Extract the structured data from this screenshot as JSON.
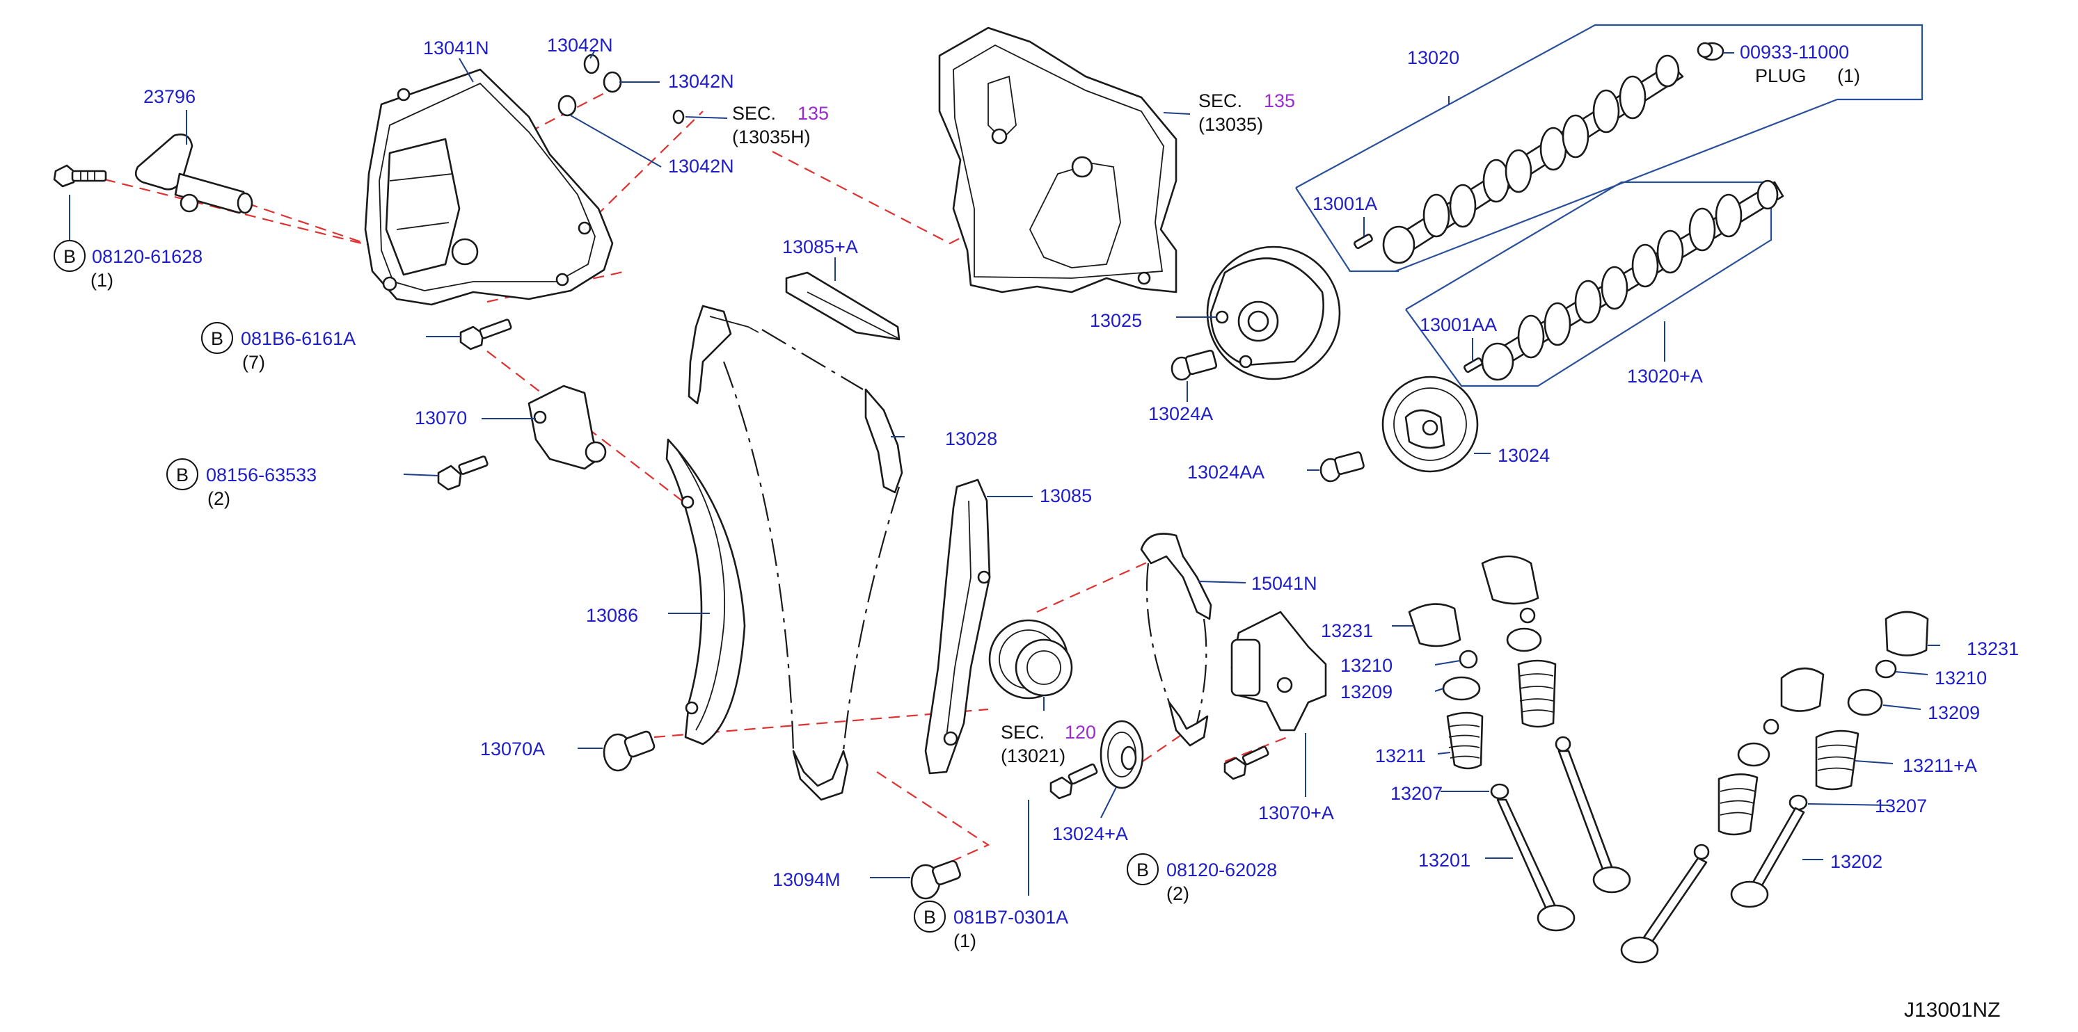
{
  "bubble_letter": "B",
  "labels": {
    "p23796": "23796",
    "p13041N": "13041N",
    "p13042N_a": "13042N",
    "p13042N_b": "13042N",
    "p13042N_c": "13042N",
    "sec_word_1": "SEC.",
    "sec_num_1": "135",
    "sec_sub_1": "(13035H)",
    "sec_word_2": "SEC.",
    "sec_num_2": "135",
    "sec_sub_2": "(13035)",
    "p13020": "13020",
    "plug_code": "00933-11000",
    "plug_word": "PLUG",
    "plug_qty": "(1)",
    "p13001A": "13001A",
    "p13001AA": "13001AA",
    "p13020A": "13020+A",
    "bolt_08120_61628": "08120-61628",
    "qty_1a": "(1)",
    "p13085A": "13085+A",
    "p13025": "13025",
    "p13024A": "13024A",
    "bolt_081B6_6161A": "081B6-6161A",
    "qty_7": "(7)",
    "p13070": "13070",
    "p13028": "13028",
    "p13024AA": "13024AA",
    "p13024": "13024",
    "bolt_08156_63533": "08156-63533",
    "qty_2a": "(2)",
    "p13085": "13085",
    "p13086": "13086",
    "p15041N": "15041N",
    "p13231_a": "13231",
    "p13231_b": "13231",
    "p13210_a": "13210",
    "p13210_b": "13210",
    "p13209_a": "13209",
    "p13209_b": "13209",
    "sec_word_3": "SEC.",
    "sec_num_3": "120",
    "sec_sub_3": "(13021)",
    "p13070A": "13070A",
    "p13211": "13211",
    "p13211A": "13211+A",
    "p13207_a": "13207",
    "p13207_b": "13207",
    "p13070pA": "13070+A",
    "p13024pA": "13024+A",
    "bolt_08120_62028": "08120-62028",
    "qty_2b": "(2)",
    "p13201": "13201",
    "p13202": "13202",
    "p13094M": "13094M",
    "bolt_081B7_0301A": "081B7-0301A",
    "qty_1b": "(1)",
    "diagram_id": "J13001NZ"
  },
  "colors": {
    "label_blue": "#1e1ec8",
    "section_purple": "#9a2bd0",
    "reference_red": "#e03030",
    "leader_blue": "#1d3f8a"
  }
}
